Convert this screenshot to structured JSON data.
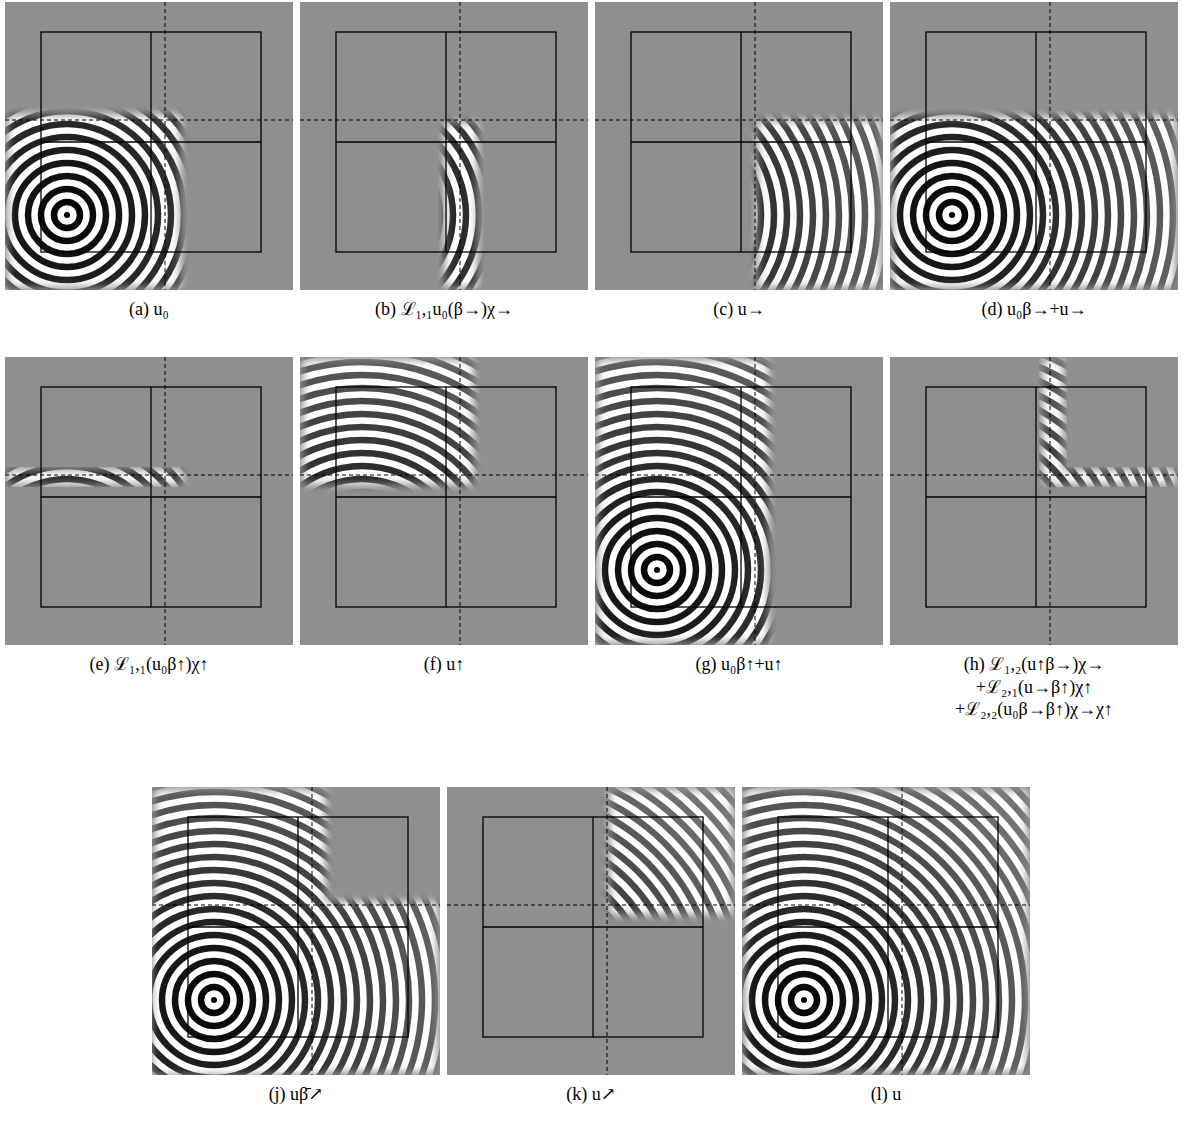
{
  "diagram": {
    "labels": [
      "(a) u₀",
      "(b) ℒ₁,₁u₀(β→)χ→",
      "(c) u→",
      "(d) u₀β→+u→",
      "(e) ℒ₁,₁(u₀β↑)χ↑",
      "(f) u↑",
      "(g) u₀β↑+u↑",
      "(h) ℒ₁,₂(u↑β→)χ→ +ℒ₂,₁(u→β↑)χ↑ +ℒ₂,₂(u₀β→β↑)χ→χ↑",
      "(j) uβ̄↗",
      "(k) u↗",
      "(l) u"
    ]
  }
}
